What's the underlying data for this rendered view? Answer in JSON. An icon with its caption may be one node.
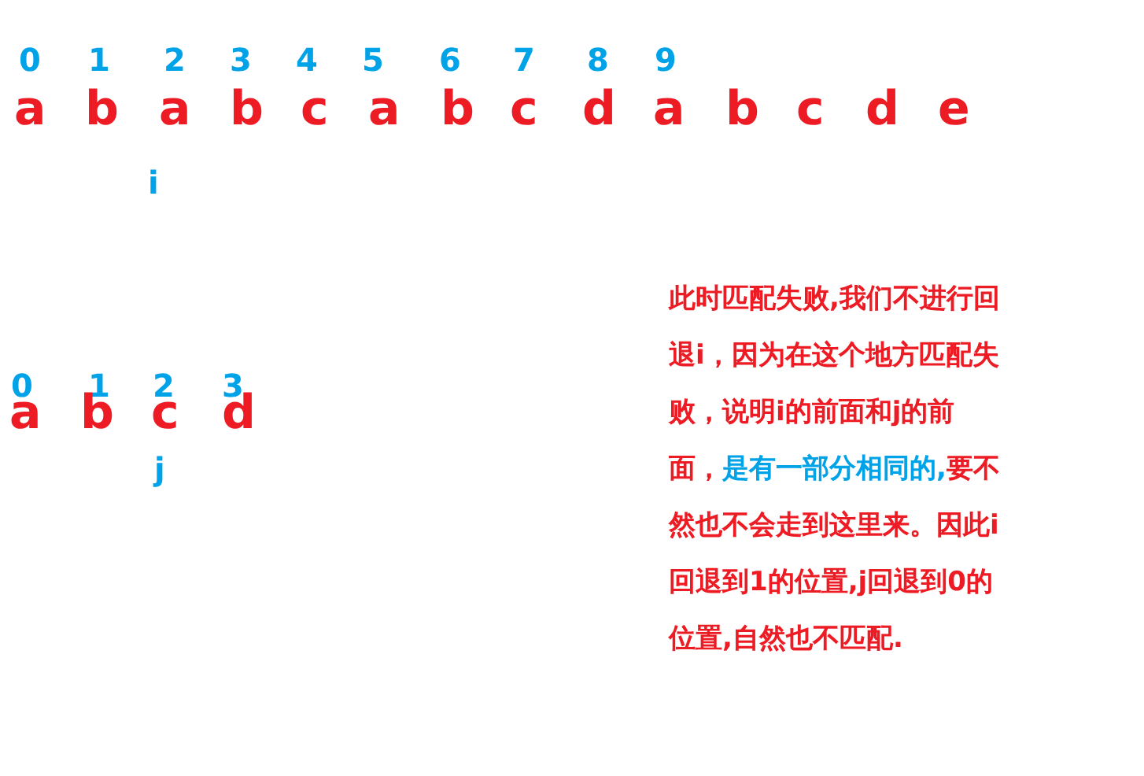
{
  "diagram": {
    "labels": [
      "0",
      "1",
      "2",
      "3",
      "4",
      "5",
      "6",
      "7",
      "8",
      "9",
      "a",
      "b",
      "a",
      "b",
      "c",
      "a",
      "b",
      "c",
      "d",
      "a",
      "b",
      "c",
      "d",
      "e",
      "i",
      "0",
      "1",
      "2",
      "3",
      "a",
      "b",
      "c",
      "d",
      "j",
      "此时匹配失败,我们不进行回退i，因为在这个地方匹配失败，说明i的前面和j的前面，",
      "是有一部分相同的,",
      "要不然也不会走到这里来。因此i回退到1的位置,j回退到0的位置,自然也不匹配."
    ]
  }
}
